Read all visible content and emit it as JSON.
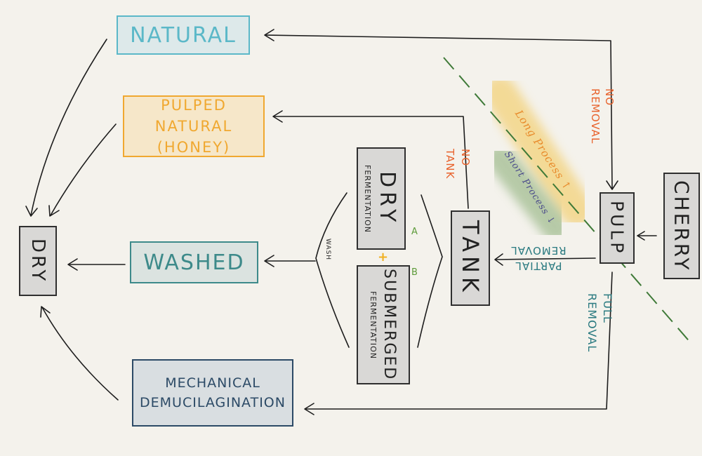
{
  "nodes": {
    "natural": "NATURAL",
    "pulped_natural_line1": "PULPED NATURAL",
    "pulped_natural_line2": "(HONEY)",
    "washed": "WASHED",
    "mechanical_line1": "MECHANICAL",
    "mechanical_line2": "DEMUCILAGINATION",
    "dry": "DRY",
    "dry_fermentation_main": "DRY",
    "dry_fermentation_sub": "FERMENTATION",
    "submerged_main": "SUBMERGED",
    "submerged_sub": "FERMENTATION",
    "tank": "TANK",
    "pulp": "PULP",
    "cherry": "CHERRY"
  },
  "labels": {
    "no_removal": "NO\nREMOVAL",
    "no_tank": "NO\nTANK",
    "partial_removal": "PARTIAL\nREMOVAL",
    "full_removal": "FULL\nREMOVAL",
    "wash": "WASH",
    "a": "A",
    "b": "B",
    "plus": "+",
    "long_process": "Long Process",
    "short_process": "Short Process"
  },
  "colors": {
    "natural": "#5bb8c8",
    "natural_fill": "#dde9ea",
    "honey": "#f0a830",
    "honey_fill": "#f6e7c9",
    "washed": "#3d8a8a",
    "washed_fill": "#dbe3e0",
    "mechanical": "#2c4a66",
    "mechanical_fill": "#d9dee1",
    "gray_fill": "#d9d8d6",
    "orange_label": "#e8622c",
    "teal_label": "#2a7a80",
    "green_dash": "#3f7a38",
    "yellow_highlight": "#f3d27a",
    "green_highlight": "#9cb98a"
  }
}
